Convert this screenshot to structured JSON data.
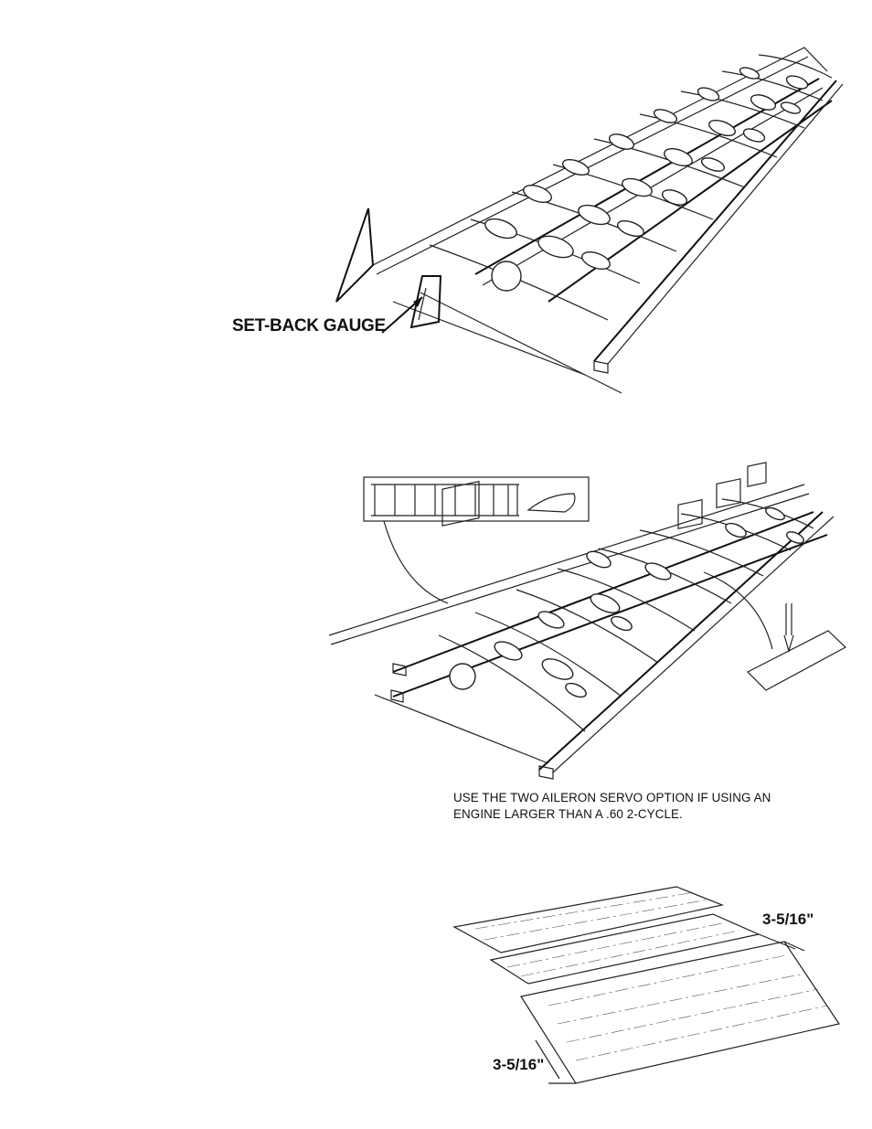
{
  "figures": {
    "wing_setback": {
      "label": "SET-BACK GAUGE"
    },
    "wing_aileron_servo": {
      "caption_line1": "USE THE TWO AILERON SERVO OPTION IF USING AN",
      "caption_line2": "ENGINE LARGER THAN A .60 2-CYCLE."
    },
    "sheeting": {
      "dim_top": "3-5/16\"",
      "dim_bottom": "3-5/16\""
    }
  }
}
